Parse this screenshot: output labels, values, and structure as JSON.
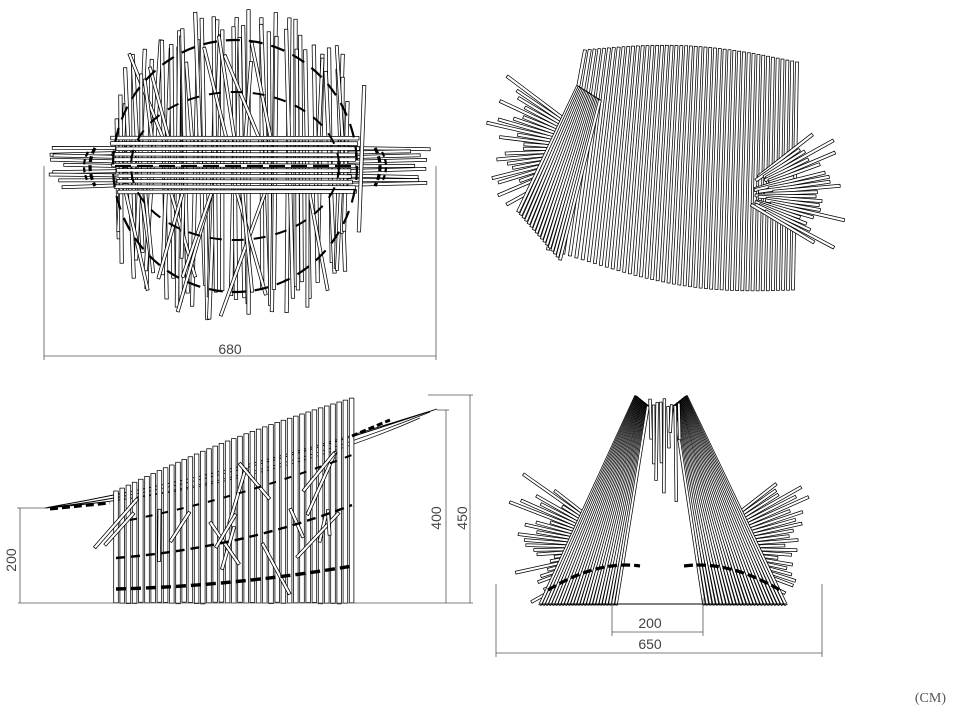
{
  "colors": {
    "line": "#000000",
    "dimension_text": "#444444",
    "background": "#ffffff"
  },
  "plan_view": {
    "overall_length": "680"
  },
  "side_elevation": {
    "roof_tip_height": "200",
    "front_height": "400",
    "overall_height": "450"
  },
  "front_elevation": {
    "opening_width": "200",
    "overall_width": "650"
  },
  "units_note": "(CM)"
}
